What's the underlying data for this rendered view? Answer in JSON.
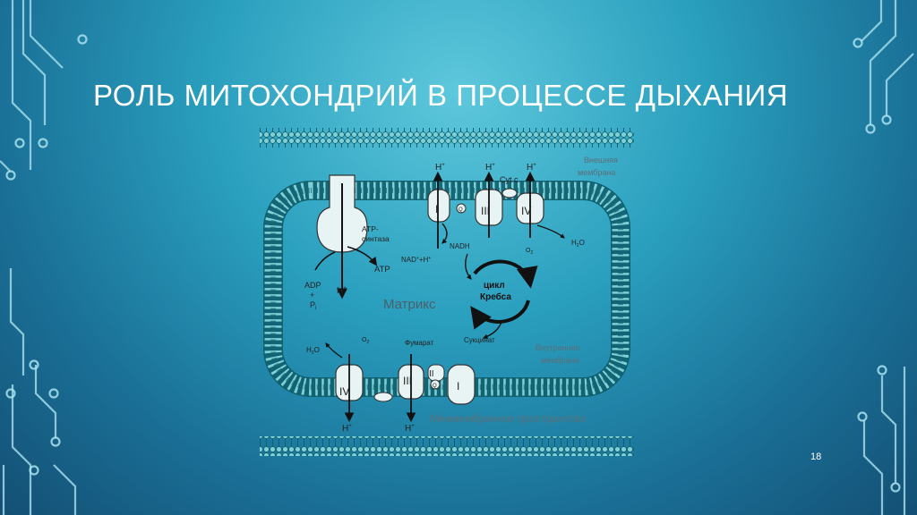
{
  "slide": {
    "title": "РОЛЬ МИТОХОНДРИЙ В ПРОЦЕССЕ ДЫХАНИЯ",
    "page_number": "18"
  },
  "diagram": {
    "labels": {
      "outer_membrane": [
        "Внешняя",
        "мембрана"
      ],
      "inner_membrane": [
        "Внутренняя",
        "мембрана"
      ],
      "intermembrane_space": "Межмембранное пространство",
      "matrix": "Матрикс",
      "atp_synthase": [
        "ATP-",
        "синтаза"
      ],
      "atp": "ATP",
      "adp": [
        "ADP",
        "+",
        "P"
      ],
      "adp_subscript": "i",
      "krebs": [
        "цикл",
        "Кребса"
      ],
      "nadh": "NADH",
      "nad": "NAD",
      "nad_suffix": "+H",
      "cyt_c": "Cyt c",
      "fumarate": "Фумарат",
      "succinate": "Сукцинат",
      "proton": "H",
      "proton_charge": "+",
      "water": "H",
      "water_sub": "2",
      "water_o": "O",
      "oxygen": "O",
      "oxygen_sub": "2",
      "q": "Q",
      "complexes_top": [
        "I",
        "III",
        "IV"
      ],
      "complexes_bottom": [
        "IV",
        "III",
        "II",
        "I"
      ]
    }
  },
  "colors": {
    "membrane_head": "#7fcfd6",
    "membrane_tail": "#0f5f6e",
    "protein_fill": "#e8f3f3",
    "krebs_arrow": "#111111",
    "gray_label": "#5a6f7a"
  }
}
